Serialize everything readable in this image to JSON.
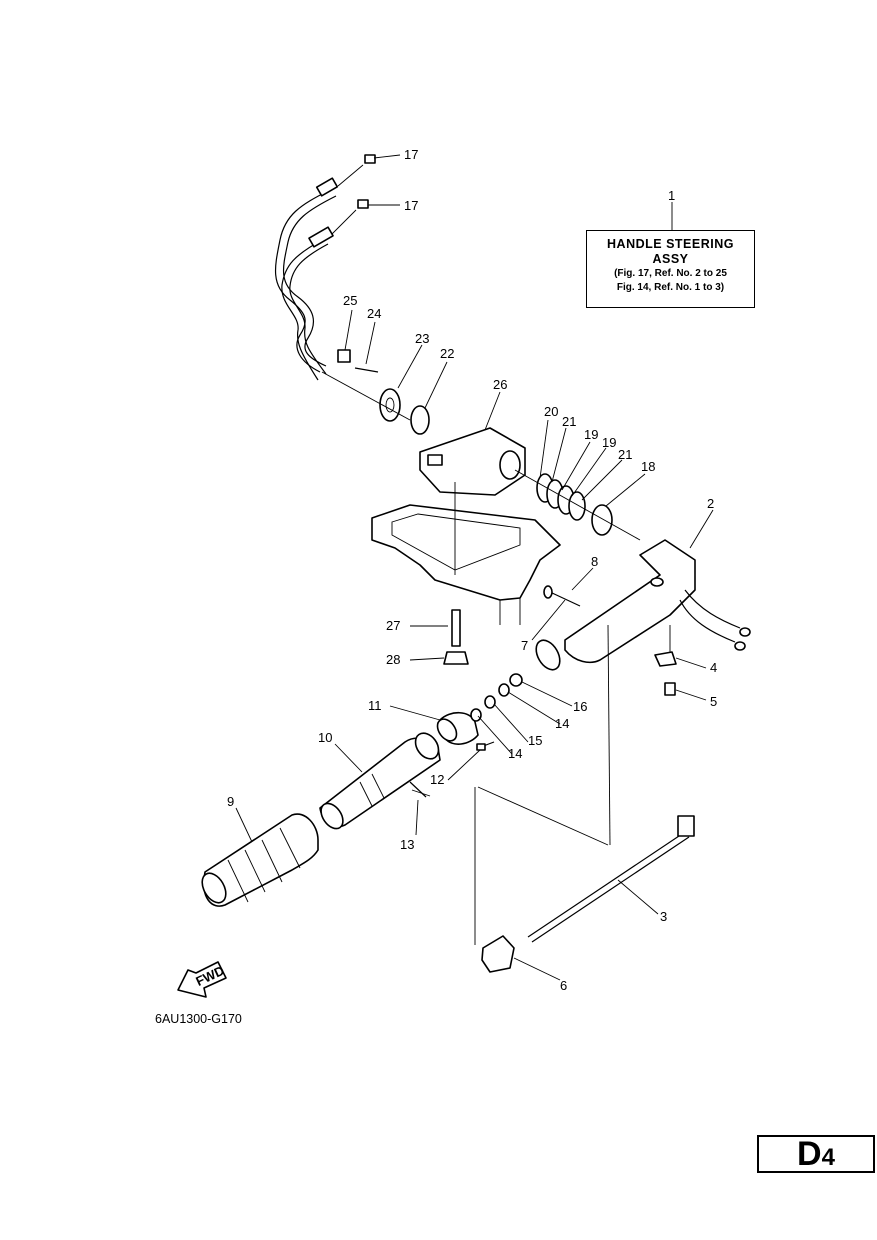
{
  "assembly_box": {
    "callout": "1",
    "title_line1": "HANDLE STEERING",
    "title_line2": "ASSY",
    "ref_line1": "(Fig. 17, Ref. No. 2 to 25",
    "ref_line2": "Fig. 14, Ref. No. 1 to 3)"
  },
  "fwd_label": "FWD",
  "diagram_code": "6AU1300-G170",
  "page_code": {
    "letter": "D",
    "number": "4"
  },
  "callouts": [
    "17",
    "17",
    "25",
    "24",
    "23",
    "22",
    "26",
    "20",
    "21",
    "19",
    "19",
    "21",
    "18",
    "2",
    "8",
    "7",
    "27",
    "28",
    "4",
    "5",
    "16",
    "14",
    "15",
    "14",
    "11",
    "12",
    "10",
    "13",
    "9",
    "3",
    "6"
  ]
}
